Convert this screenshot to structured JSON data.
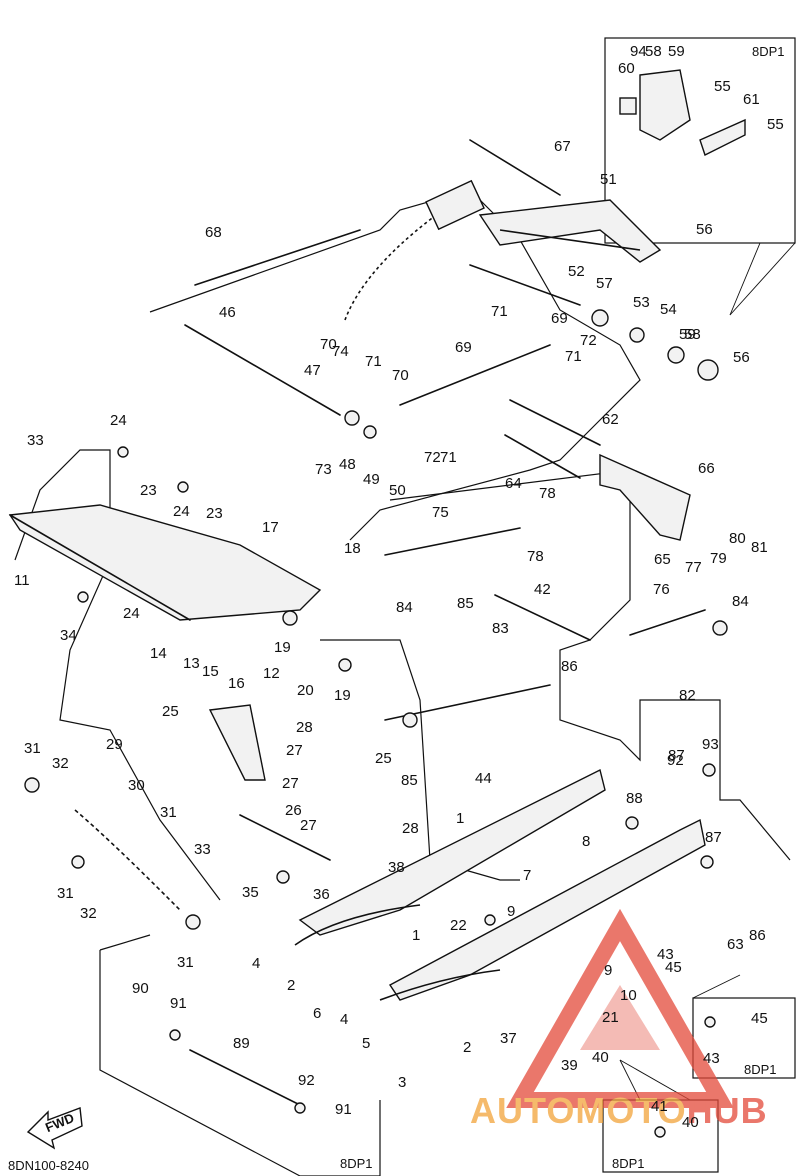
{
  "diagram_code": "8DN100-8240",
  "fwd_label": "FWD",
  "watermark": {
    "text_a": "AUTOMOTO",
    "text_b": "HUB"
  },
  "box_labels": [
    "8DP1",
    "8DP1",
    "8DP1",
    "8DP1"
  ],
  "labels": [
    "1",
    "1",
    "2",
    "2",
    "3",
    "4",
    "4",
    "5",
    "6",
    "7",
    "8",
    "9",
    "9",
    "10",
    "11",
    "12",
    "13",
    "14",
    "15",
    "16",
    "17",
    "18",
    "19",
    "19",
    "20",
    "21",
    "22",
    "23",
    "23",
    "24",
    "24",
    "24",
    "25",
    "25",
    "26",
    "27",
    "27",
    "27",
    "28",
    "28",
    "29",
    "30",
    "31",
    "31",
    "31",
    "31",
    "32",
    "32",
    "33",
    "33",
    "34",
    "35",
    "36",
    "37",
    "38",
    "39",
    "40",
    "40",
    "41",
    "42",
    "43",
    "43",
    "44",
    "45",
    "45",
    "46",
    "47",
    "48",
    "49",
    "50",
    "51",
    "52",
    "53",
    "54",
    "55",
    "55",
    "56",
    "56",
    "57",
    "58",
    "58",
    "59",
    "59",
    "60",
    "61",
    "62",
    "63",
    "64",
    "65",
    "66",
    "67",
    "68",
    "69",
    "69",
    "70",
    "70",
    "71",
    "71",
    "71",
    "71",
    "72",
    "72",
    "73",
    "74",
    "75",
    "76",
    "77",
    "78",
    "78",
    "79",
    "80",
    "81",
    "82",
    "83",
    "84",
    "84",
    "85",
    "85",
    "86",
    "86",
    "87",
    "87",
    "88",
    "89",
    "90",
    "91",
    "91",
    "92",
    "92",
    "93",
    "94",
    "58 59"
  ]
}
